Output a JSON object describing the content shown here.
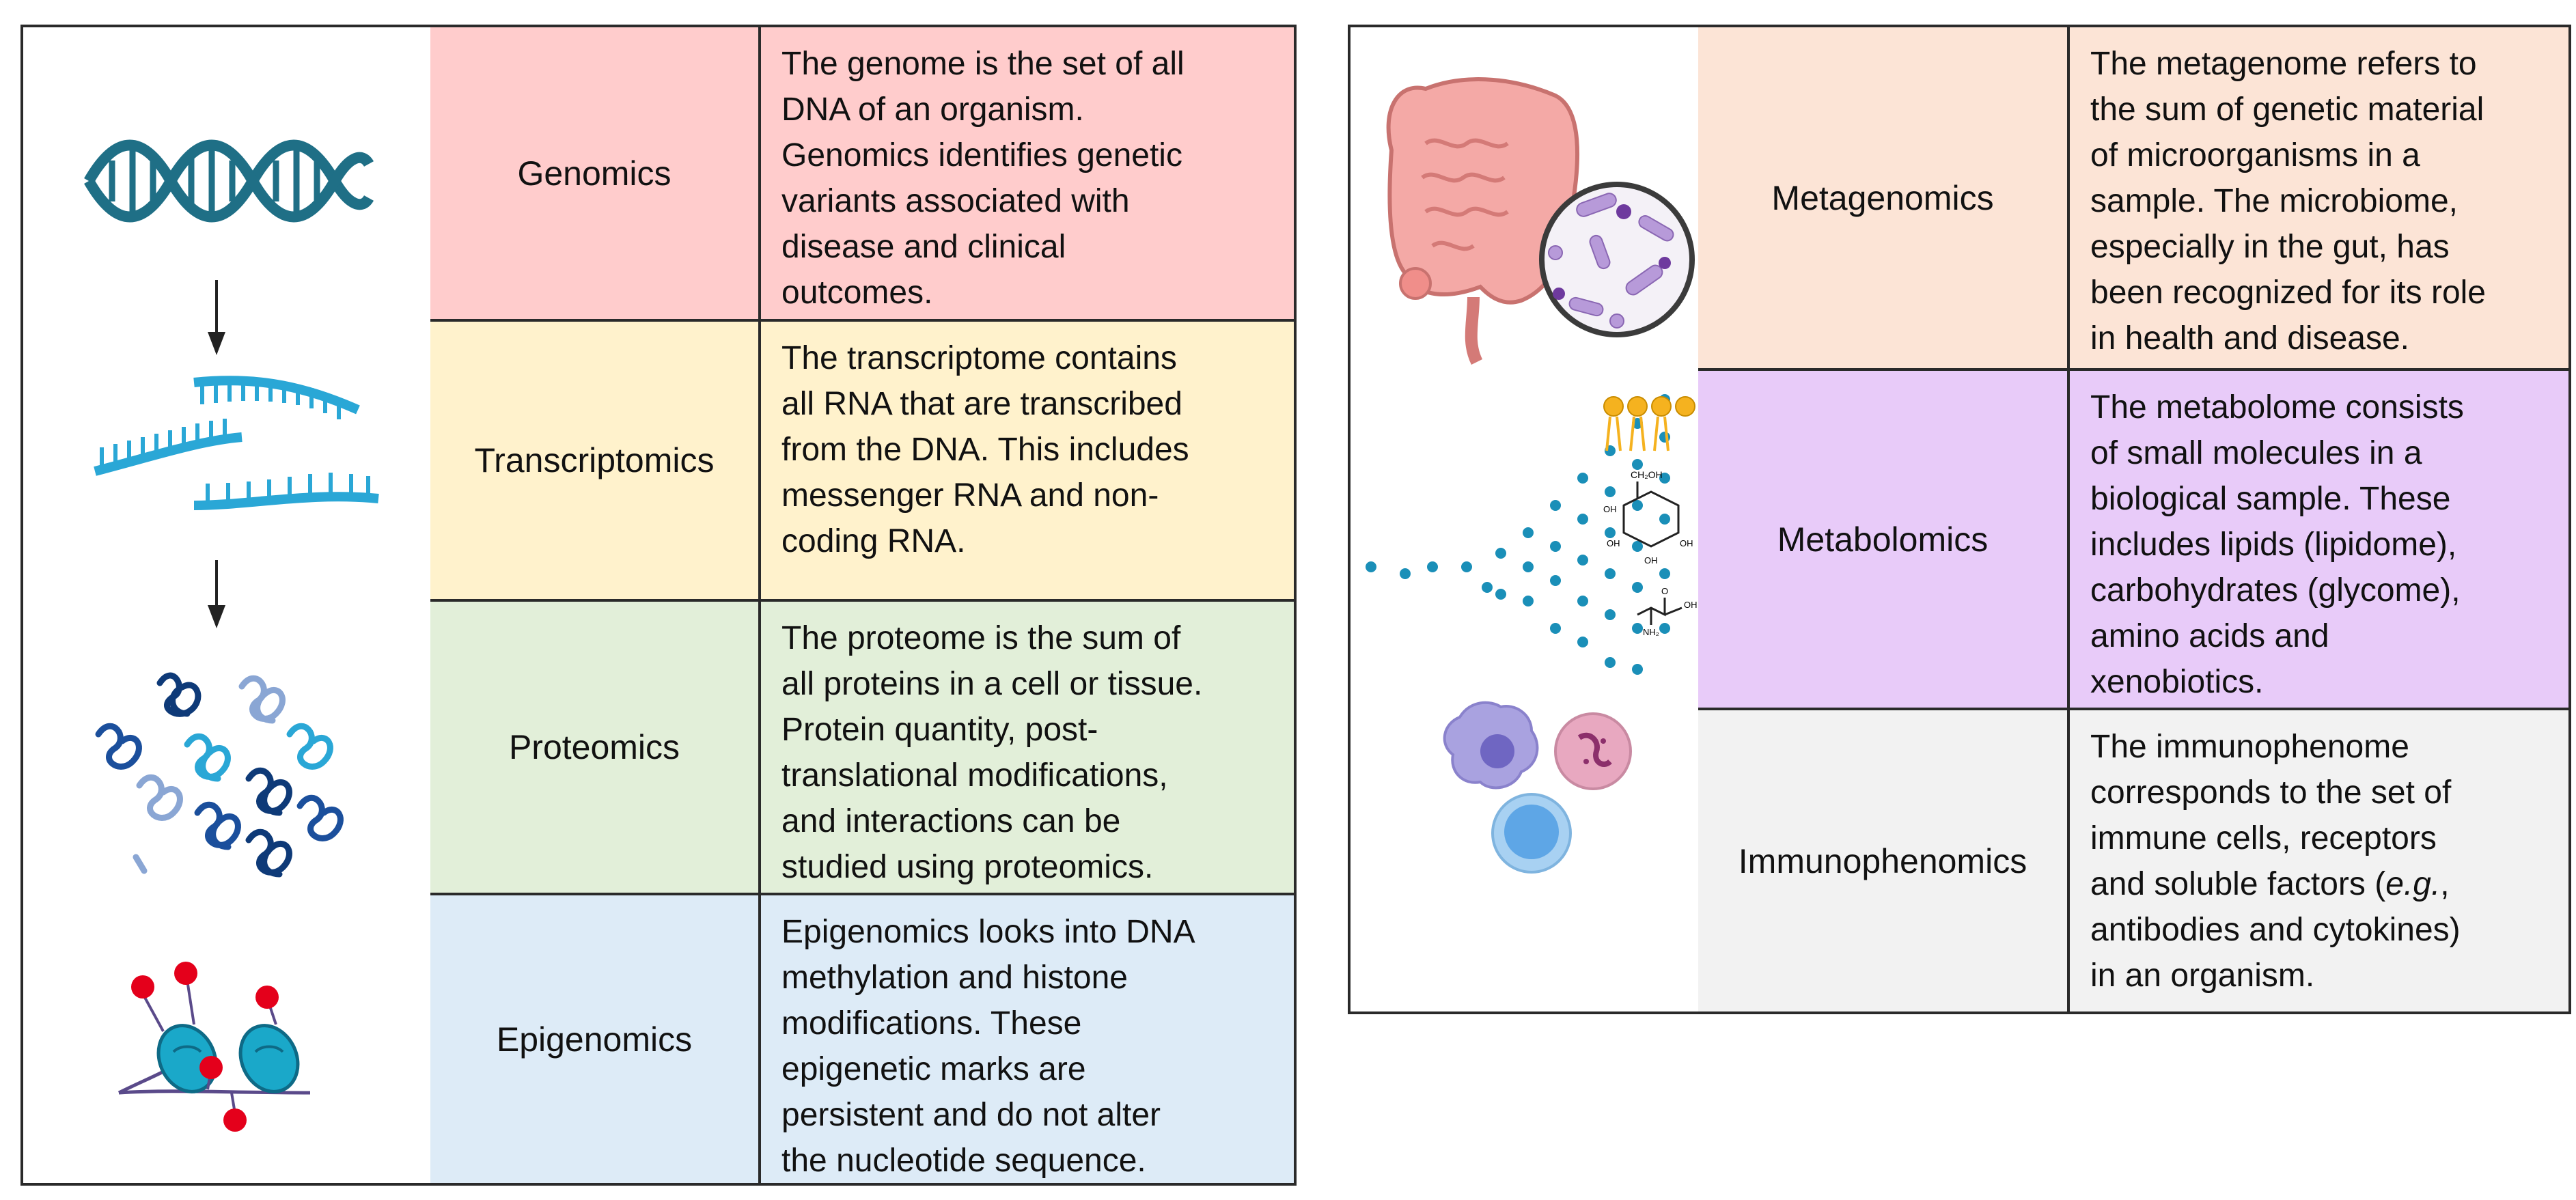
{
  "colors": {
    "genomics": "#ffcccc",
    "transcriptomics": "#fff2cc",
    "proteomics": "#e2efd9",
    "epigenomics": "#ddebf7",
    "metagenomics": "#fce4d6",
    "metabolomics": "#e8cbf9",
    "immunophenomics": "#f2f2f2",
    "border": "#2a2a2a",
    "dna": "#1f6f86",
    "rna": "#2aa7d6",
    "nucleosome": "#1aa8c9",
    "methyl": "#e4001b"
  },
  "icons": {
    "dna": "dna-helix-icon",
    "rna": "rna-strand-icon",
    "protein": "protein-cluster-icon",
    "epigenetics": "nucleosome-methylation-icon",
    "gut": "gut-microbiome-icon",
    "metabolites": "metabolite-molecules-icon",
    "immune": "immune-cells-icon"
  },
  "left_rows": [
    {
      "name": "Genomics",
      "lines": [
        "The genome is the set of all",
        "DNA of an organism.",
        "Genomics identifies genetic",
        "variants associated with",
        "disease and clinical",
        "outcomes."
      ]
    },
    {
      "name": "Transcriptomics",
      "lines": [
        "The transcriptome contains",
        "all RNA that are transcribed",
        "from the DNA. This includes",
        "messenger RNA and non-",
        "coding RNA."
      ]
    },
    {
      "name": "Proteomics",
      "lines": [
        "The proteome is the sum of",
        "all proteins in a cell or tissue.",
        "Protein quantity, post-",
        "translational modifications,",
        "and interactions can be",
        "studied using proteomics."
      ]
    },
    {
      "name": "Epigenomics",
      "lines": [
        "Epigenomics looks into DNA",
        "methylation and histone",
        "modifications. These",
        "epigenetic marks are",
        "persistent and do not alter",
        "the nucleotide sequence."
      ]
    }
  ],
  "right_rows": [
    {
      "name": "Metagenomics",
      "lines": [
        "The metagenome refers to",
        "the sum of genetic material",
        "of microorganisms in a",
        "sample. The microbiome,",
        "especially in the gut, has",
        "been recognized for its role",
        "in health and disease."
      ]
    },
    {
      "name": "Metabolomics",
      "lines": [
        "The metabolome consists",
        "of small molecules in a",
        "biological sample. These",
        "includes lipids (lipidome),",
        "carbohydrates (glycome),",
        "amino acids and",
        "xenobiotics."
      ]
    },
    {
      "name": "Immunophenomics",
      "lines": [
        "The immunophenome",
        "corresponds to the set of",
        "immune cells, receptors",
        "and soluble factors (e.g.,",
        "antibodies and cytokines)",
        "in an organism."
      ]
    }
  ],
  "molecule_labels": [
    "CH₂OH",
    "OH",
    "OH",
    "OH",
    "OH",
    "O",
    "OH",
    "NH₂"
  ]
}
